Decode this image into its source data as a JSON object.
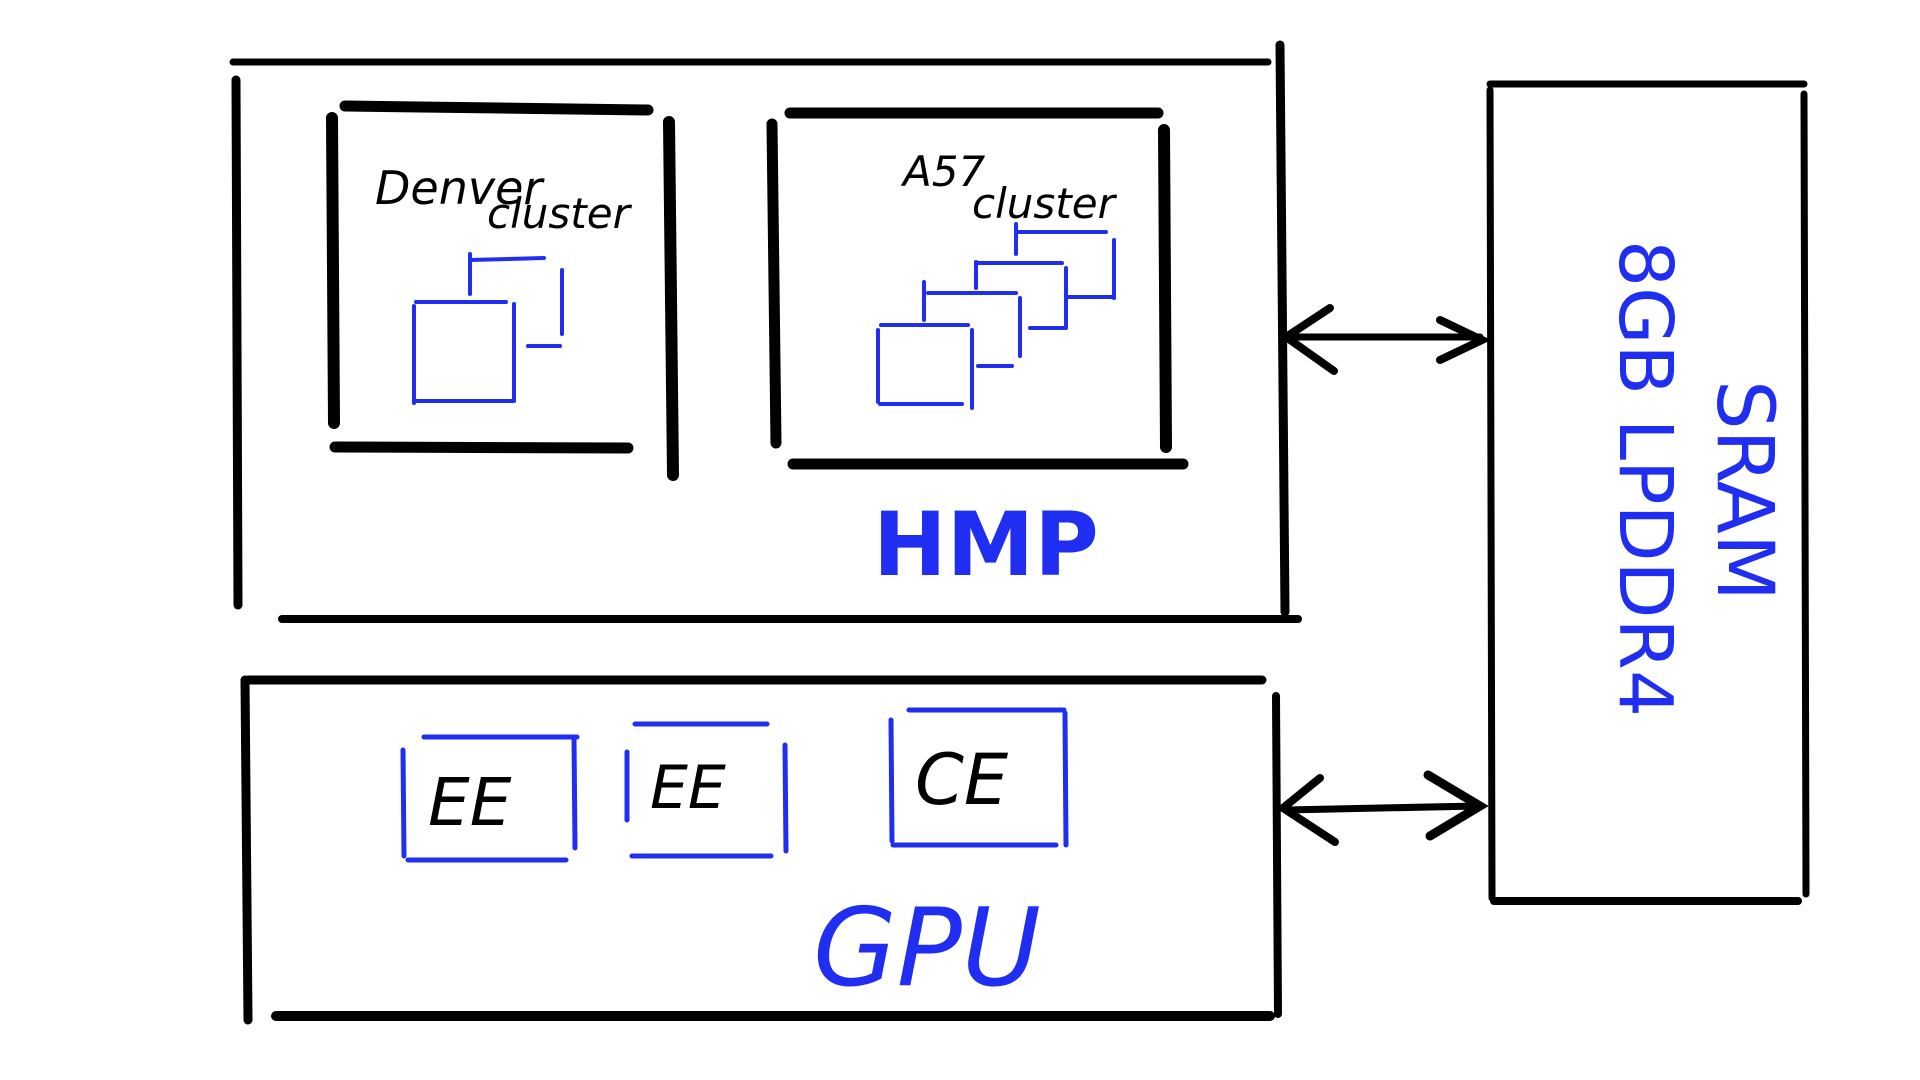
{
  "colors": {
    "ink": "#000000",
    "accent": "#1f2ef0"
  },
  "hmp": {
    "label": "HMP",
    "denver": {
      "line1": "Denver",
      "line2": "cluster"
    },
    "a57": {
      "line1": "A57",
      "line2": "cluster"
    }
  },
  "gpu": {
    "label": "GPU",
    "units": [
      "EE",
      "EE",
      "CE"
    ]
  },
  "memory": {
    "line1": "SRAM",
    "line2": "8GB LPDDR4"
  },
  "connections": [
    {
      "from": "hmp",
      "to": "memory",
      "direction": "bidirectional"
    },
    {
      "from": "gpu",
      "to": "memory",
      "direction": "bidirectional"
    }
  ]
}
